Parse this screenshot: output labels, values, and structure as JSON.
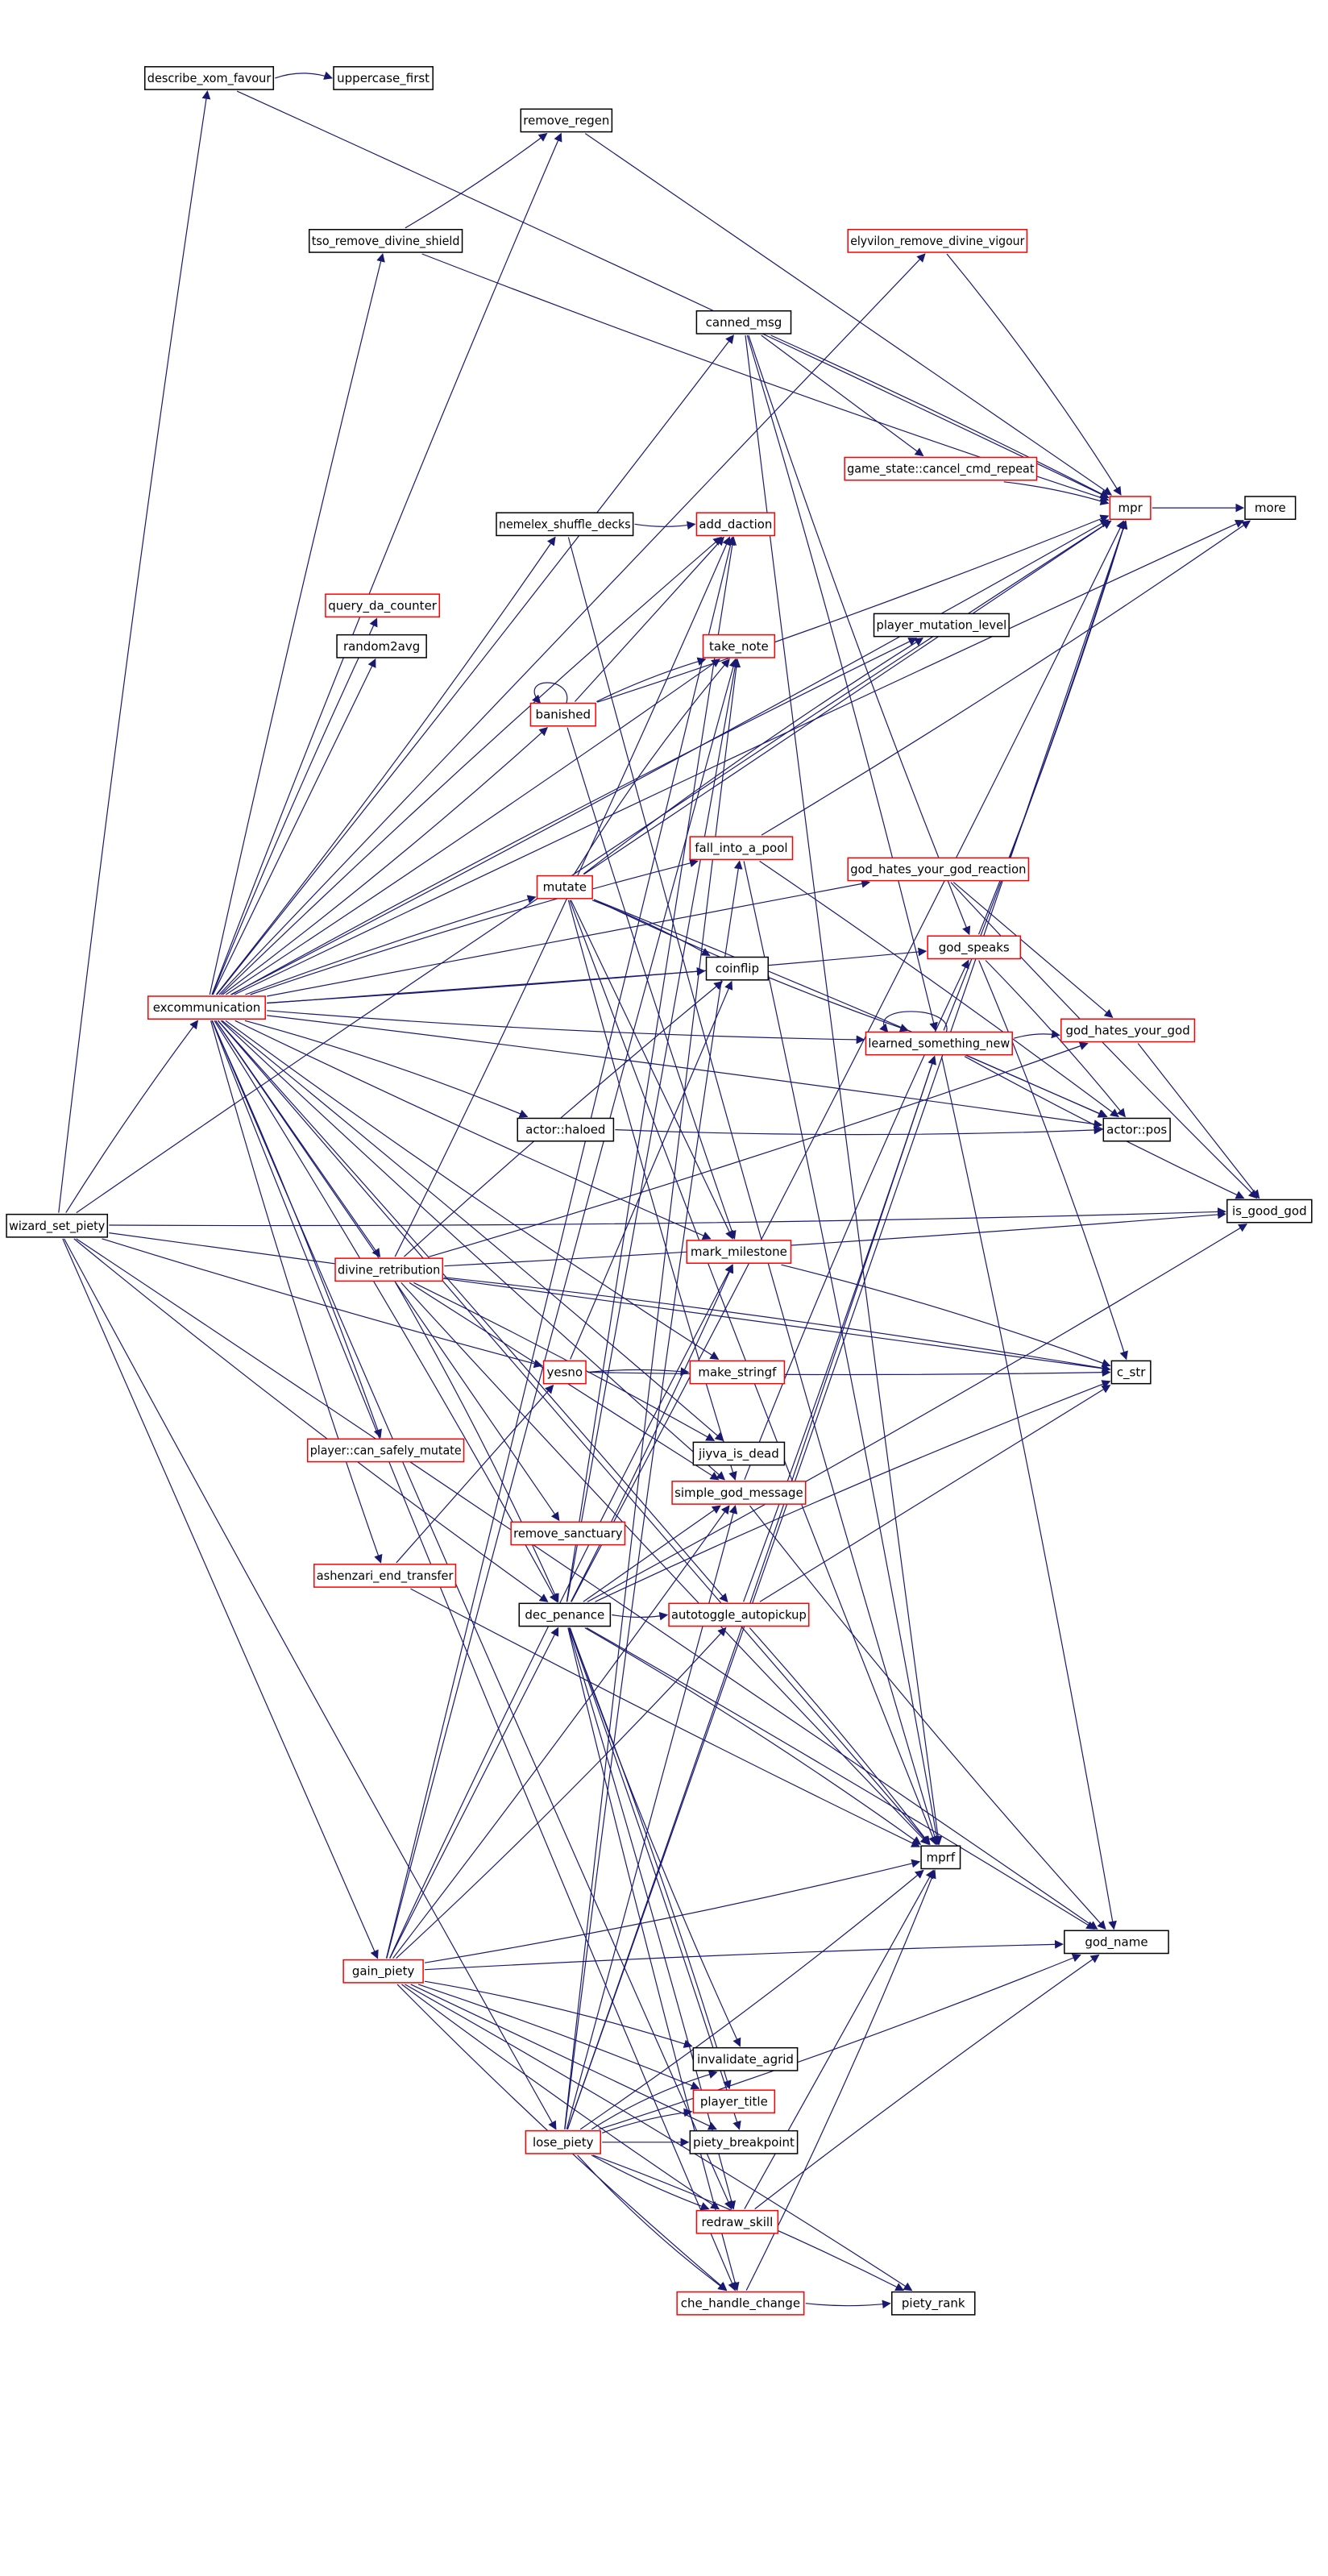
{
  "colors": {
    "edge": "#191970",
    "node_border_normal": "#000000",
    "node_border_highlight": "#ff0000",
    "root_fill": "#bfbfbf",
    "background": "#ffffff"
  },
  "nodes": [
    {
      "id": "wizard_set_piety",
      "label": "wizard_set_piety",
      "style": "root"
    },
    {
      "id": "describe_xom_favour",
      "label": "describe_xom_favour",
      "style": "normal"
    },
    {
      "id": "uppercase_first",
      "label": "uppercase_first",
      "style": "normal"
    },
    {
      "id": "remove_regen",
      "label": "remove_regen",
      "style": "normal"
    },
    {
      "id": "tso_remove_divine_shield",
      "label": "tso_remove_divine_shield",
      "style": "normal"
    },
    {
      "id": "elyvilon_remove_divine_vigour",
      "label": "elyvilon_remove_divine_vigour",
      "style": "red"
    },
    {
      "id": "canned_msg",
      "label": "canned_msg",
      "style": "normal"
    },
    {
      "id": "game_state_cancel_cmd_repeat",
      "label": "game_state::cancel_cmd_repeat",
      "style": "red"
    },
    {
      "id": "mpr",
      "label": "mpr",
      "style": "red"
    },
    {
      "id": "more",
      "label": "more",
      "style": "normal"
    },
    {
      "id": "nemelex_shuffle_decks",
      "label": "nemelex_shuffle_decks",
      "style": "normal"
    },
    {
      "id": "add_daction",
      "label": "add_daction",
      "style": "red"
    },
    {
      "id": "query_da_counter",
      "label": "query_da_counter",
      "style": "red"
    },
    {
      "id": "player_mutation_level",
      "label": "player_mutation_level",
      "style": "normal"
    },
    {
      "id": "random2avg",
      "label": "random2avg",
      "style": "normal"
    },
    {
      "id": "take_note",
      "label": "take_note",
      "style": "red"
    },
    {
      "id": "banished",
      "label": "banished",
      "style": "red"
    },
    {
      "id": "fall_into_a_pool",
      "label": "fall_into_a_pool",
      "style": "red"
    },
    {
      "id": "god_hates_your_god_reaction",
      "label": "god_hates_your_god_reaction",
      "style": "red"
    },
    {
      "id": "mutate",
      "label": "mutate",
      "style": "red"
    },
    {
      "id": "god_speaks",
      "label": "god_speaks",
      "style": "red"
    },
    {
      "id": "coinflip",
      "label": "coinflip",
      "style": "normal"
    },
    {
      "id": "excommunication",
      "label": "excommunication",
      "style": "red"
    },
    {
      "id": "god_hates_your_god",
      "label": "god_hates_your_god",
      "style": "red"
    },
    {
      "id": "learned_something_new",
      "label": "learned_something_new",
      "style": "red"
    },
    {
      "id": "actor_haloed",
      "label": "actor::haloed",
      "style": "normal"
    },
    {
      "id": "actor_pos",
      "label": "actor::pos",
      "style": "normal"
    },
    {
      "id": "is_good_god",
      "label": "is_good_god",
      "style": "normal"
    },
    {
      "id": "divine_retribution",
      "label": "divine_retribution",
      "style": "red"
    },
    {
      "id": "mark_milestone",
      "label": "mark_milestone",
      "style": "red"
    },
    {
      "id": "yesno",
      "label": "yesno",
      "style": "red"
    },
    {
      "id": "make_stringf",
      "label": "make_stringf",
      "style": "red"
    },
    {
      "id": "c_str",
      "label": "c_str",
      "style": "normal"
    },
    {
      "id": "player_can_safely_mutate",
      "label": "player::can_safely_mutate",
      "style": "red"
    },
    {
      "id": "jiyva_is_dead",
      "label": "jiyva_is_dead",
      "style": "normal"
    },
    {
      "id": "remove_sanctuary",
      "label": "remove_sanctuary",
      "style": "red"
    },
    {
      "id": "simple_god_message",
      "label": "simple_god_message",
      "style": "red"
    },
    {
      "id": "ashenzari_end_transfer",
      "label": "ashenzari_end_transfer",
      "style": "red"
    },
    {
      "id": "dec_penance",
      "label": "dec_penance",
      "style": "normal"
    },
    {
      "id": "autotoggle_autopickup",
      "label": "autotoggle_autopickup",
      "style": "red"
    },
    {
      "id": "mprf",
      "label": "mprf",
      "style": "normal"
    },
    {
      "id": "god_name",
      "label": "god_name",
      "style": "normal"
    },
    {
      "id": "gain_piety",
      "label": "gain_piety",
      "style": "red"
    },
    {
      "id": "invalidate_agrid",
      "label": "invalidate_agrid",
      "style": "normal"
    },
    {
      "id": "player_title",
      "label": "player_title",
      "style": "red"
    },
    {
      "id": "lose_piety",
      "label": "lose_piety",
      "style": "red"
    },
    {
      "id": "piety_breakpoint",
      "label": "piety_breakpoint",
      "style": "normal"
    },
    {
      "id": "redraw_skill",
      "label": "redraw_skill",
      "style": "red"
    },
    {
      "id": "che_handle_change",
      "label": "che_handle_change",
      "style": "red"
    },
    {
      "id": "piety_rank",
      "label": "piety_rank",
      "style": "normal"
    }
  ],
  "edges": [
    [
      "wizard_set_piety",
      "describe_xom_favour"
    ],
    [
      "wizard_set_piety",
      "excommunication"
    ],
    [
      "wizard_set_piety",
      "gain_piety"
    ],
    [
      "wizard_set_piety",
      "lose_piety"
    ],
    [
      "wizard_set_piety",
      "dec_penance"
    ],
    [
      "wizard_set_piety",
      "mpr"
    ],
    [
      "wizard_set_piety",
      "god_name"
    ],
    [
      "wizard_set_piety",
      "c_str"
    ],
    [
      "wizard_set_piety",
      "yesno"
    ],
    [
      "wizard_set_piety",
      "is_good_god"
    ],
    [
      "describe_xom_favour",
      "uppercase_first"
    ],
    [
      "describe_xom_favour",
      "mpr"
    ],
    [
      "remove_regen",
      "mpr"
    ],
    [
      "tso_remove_divine_shield",
      "remove_regen"
    ],
    [
      "tso_remove_divine_shield",
      "mpr"
    ],
    [
      "elyvilon_remove_divine_vigour",
      "mpr"
    ],
    [
      "canned_msg",
      "mpr"
    ],
    [
      "canned_msg",
      "game_state_cancel_cmd_repeat"
    ],
    [
      "canned_msg",
      "mprf"
    ],
    [
      "canned_msg",
      "god_speaks"
    ],
    [
      "canned_msg",
      "learned_something_new"
    ],
    [
      "game_state_cancel_cmd_repeat",
      "mpr"
    ],
    [
      "mpr",
      "more"
    ],
    [
      "nemelex_shuffle_decks",
      "add_daction"
    ],
    [
      "nemelex_shuffle_decks",
      "mprf"
    ],
    [
      "banished",
      "banished"
    ],
    [
      "banished",
      "take_note"
    ],
    [
      "banished",
      "add_daction"
    ],
    [
      "banished",
      "mark_milestone"
    ],
    [
      "banished",
      "mpr"
    ],
    [
      "mutate",
      "take_note"
    ],
    [
      "mutate",
      "coinflip"
    ],
    [
      "mutate",
      "mpr"
    ],
    [
      "mutate",
      "mprf"
    ],
    [
      "mutate",
      "learned_something_new"
    ],
    [
      "mutate",
      "player_mutation_level"
    ],
    [
      "mutate",
      "actor_pos"
    ],
    [
      "mutate",
      "mark_milestone"
    ],
    [
      "mutate",
      "simple_god_message"
    ],
    [
      "fall_into_a_pool",
      "more"
    ],
    [
      "fall_into_a_pool",
      "mprf"
    ],
    [
      "fall_into_a_pool",
      "actor_pos"
    ],
    [
      "god_hates_your_god_reaction",
      "god_hates_your_god"
    ],
    [
      "god_hates_your_god_reaction",
      "is_good_god"
    ],
    [
      "god_speaks",
      "mpr"
    ],
    [
      "god_speaks",
      "c_str"
    ],
    [
      "god_speaks",
      "actor_pos"
    ],
    [
      "god_hates_your_god",
      "is_good_god"
    ],
    [
      "learned_something_new",
      "learned_something_new"
    ],
    [
      "learned_something_new",
      "mpr"
    ],
    [
      "learned_something_new",
      "god_name"
    ],
    [
      "learned_something_new",
      "god_hates_your_god"
    ],
    [
      "learned_something_new",
      "actor_pos"
    ],
    [
      "learned_something_new",
      "is_good_god"
    ],
    [
      "actor_haloed",
      "actor_pos"
    ],
    [
      "mark_milestone",
      "c_str"
    ],
    [
      "yesno",
      "make_stringf"
    ],
    [
      "yesno",
      "coinflip"
    ],
    [
      "yesno",
      "c_str"
    ],
    [
      "simple_god_message",
      "god_name"
    ],
    [
      "simple_god_message",
      "god_speaks"
    ],
    [
      "autotoggle_autopickup",
      "mprf"
    ],
    [
      "autotoggle_autopickup",
      "c_str"
    ],
    [
      "autotoggle_autopickup",
      "learned_something_new"
    ],
    [
      "excommunication",
      "mpr"
    ],
    [
      "excommunication",
      "remove_regen"
    ],
    [
      "excommunication",
      "tso_remove_divine_shield"
    ],
    [
      "excommunication",
      "elyvilon_remove_divine_vigour"
    ],
    [
      "excommunication",
      "canned_msg"
    ],
    [
      "excommunication",
      "nemelex_shuffle_decks"
    ],
    [
      "excommunication",
      "add_daction"
    ],
    [
      "excommunication",
      "query_da_counter"
    ],
    [
      "excommunication",
      "random2avg"
    ],
    [
      "excommunication",
      "take_note"
    ],
    [
      "excommunication",
      "banished"
    ],
    [
      "excommunication",
      "fall_into_a_pool"
    ],
    [
      "excommunication",
      "mutate"
    ],
    [
      "excommunication",
      "coinflip"
    ],
    [
      "excommunication",
      "god_speaks"
    ],
    [
      "excommunication",
      "learned_something_new"
    ],
    [
      "excommunication",
      "actor_haloed"
    ],
    [
      "excommunication",
      "actor_pos"
    ],
    [
      "excommunication",
      "divine_retribution"
    ],
    [
      "excommunication",
      "mark_milestone"
    ],
    [
      "excommunication",
      "make_stringf"
    ],
    [
      "excommunication",
      "player_can_safely_mutate"
    ],
    [
      "excommunication",
      "jiyva_is_dead"
    ],
    [
      "excommunication",
      "remove_sanctuary"
    ],
    [
      "excommunication",
      "simple_god_message"
    ],
    [
      "excommunication",
      "ashenzari_end_transfer"
    ],
    [
      "excommunication",
      "dec_penance"
    ],
    [
      "excommunication",
      "autotoggle_autopickup"
    ],
    [
      "excommunication",
      "mprf"
    ],
    [
      "excommunication",
      "redraw_skill"
    ],
    [
      "excommunication",
      "che_handle_change"
    ],
    [
      "excommunication",
      "player_mutation_level"
    ],
    [
      "excommunication",
      "more"
    ],
    [
      "excommunication",
      "god_hates_your_god_reaction"
    ],
    [
      "divine_retribution",
      "is_good_god"
    ],
    [
      "divine_retribution",
      "god_hates_your_god"
    ],
    [
      "divine_retribution",
      "c_str"
    ],
    [
      "divine_retribution",
      "coinflip"
    ],
    [
      "divine_retribution",
      "simple_god_message"
    ],
    [
      "divine_retribution",
      "mprf"
    ],
    [
      "divine_retribution",
      "add_daction"
    ],
    [
      "divine_retribution",
      "dec_penance"
    ],
    [
      "divine_retribution",
      "jiyva_is_dead"
    ],
    [
      "ashenzari_end_transfer",
      "yesno"
    ],
    [
      "ashenzari_end_transfer",
      "mprf"
    ],
    [
      "dec_penance",
      "mpr"
    ],
    [
      "dec_penance",
      "mprf"
    ],
    [
      "dec_penance",
      "god_name"
    ],
    [
      "dec_penance",
      "simple_god_message"
    ],
    [
      "dec_penance",
      "autotoggle_autopickup"
    ],
    [
      "dec_penance",
      "invalidate_agrid"
    ],
    [
      "dec_penance",
      "player_title"
    ],
    [
      "dec_penance",
      "redraw_skill"
    ],
    [
      "dec_penance",
      "take_note"
    ],
    [
      "dec_penance",
      "mark_milestone"
    ],
    [
      "dec_penance",
      "is_good_god"
    ],
    [
      "dec_penance",
      "c_str"
    ],
    [
      "dec_penance",
      "piety_breakpoint"
    ],
    [
      "dec_penance",
      "add_daction"
    ],
    [
      "dec_penance",
      "che_handle_change"
    ],
    [
      "gain_piety",
      "mprf"
    ],
    [
      "gain_piety",
      "invalidate_agrid"
    ],
    [
      "gain_piety",
      "player_title"
    ],
    [
      "gain_piety",
      "piety_breakpoint"
    ],
    [
      "gain_piety",
      "redraw_skill"
    ],
    [
      "gain_piety",
      "che_handle_change"
    ],
    [
      "gain_piety",
      "piety_rank"
    ],
    [
      "gain_piety",
      "take_note"
    ],
    [
      "gain_piety",
      "dec_penance"
    ],
    [
      "gain_piety",
      "simple_god_message"
    ],
    [
      "gain_piety",
      "autotoggle_autopickup"
    ],
    [
      "gain_piety",
      "mark_milestone"
    ],
    [
      "gain_piety",
      "god_name"
    ],
    [
      "gain_piety",
      "add_daction"
    ],
    [
      "lose_piety",
      "mpr"
    ],
    [
      "lose_piety",
      "mprf"
    ],
    [
      "lose_piety",
      "invalidate_agrid"
    ],
    [
      "lose_piety",
      "player_title"
    ],
    [
      "lose_piety",
      "piety_breakpoint"
    ],
    [
      "lose_piety",
      "redraw_skill"
    ],
    [
      "lose_piety",
      "che_handle_change"
    ],
    [
      "lose_piety",
      "piety_rank"
    ],
    [
      "lose_piety",
      "take_note"
    ],
    [
      "lose_piety",
      "simple_god_message"
    ],
    [
      "lose_piety",
      "learned_something_new"
    ],
    [
      "lose_piety",
      "god_name"
    ],
    [
      "lose_piety",
      "fall_into_a_pool"
    ],
    [
      "redraw_skill",
      "god_name"
    ],
    [
      "redraw_skill",
      "mprf"
    ],
    [
      "che_handle_change",
      "piety_rank"
    ],
    [
      "che_handle_change",
      "mprf"
    ]
  ]
}
